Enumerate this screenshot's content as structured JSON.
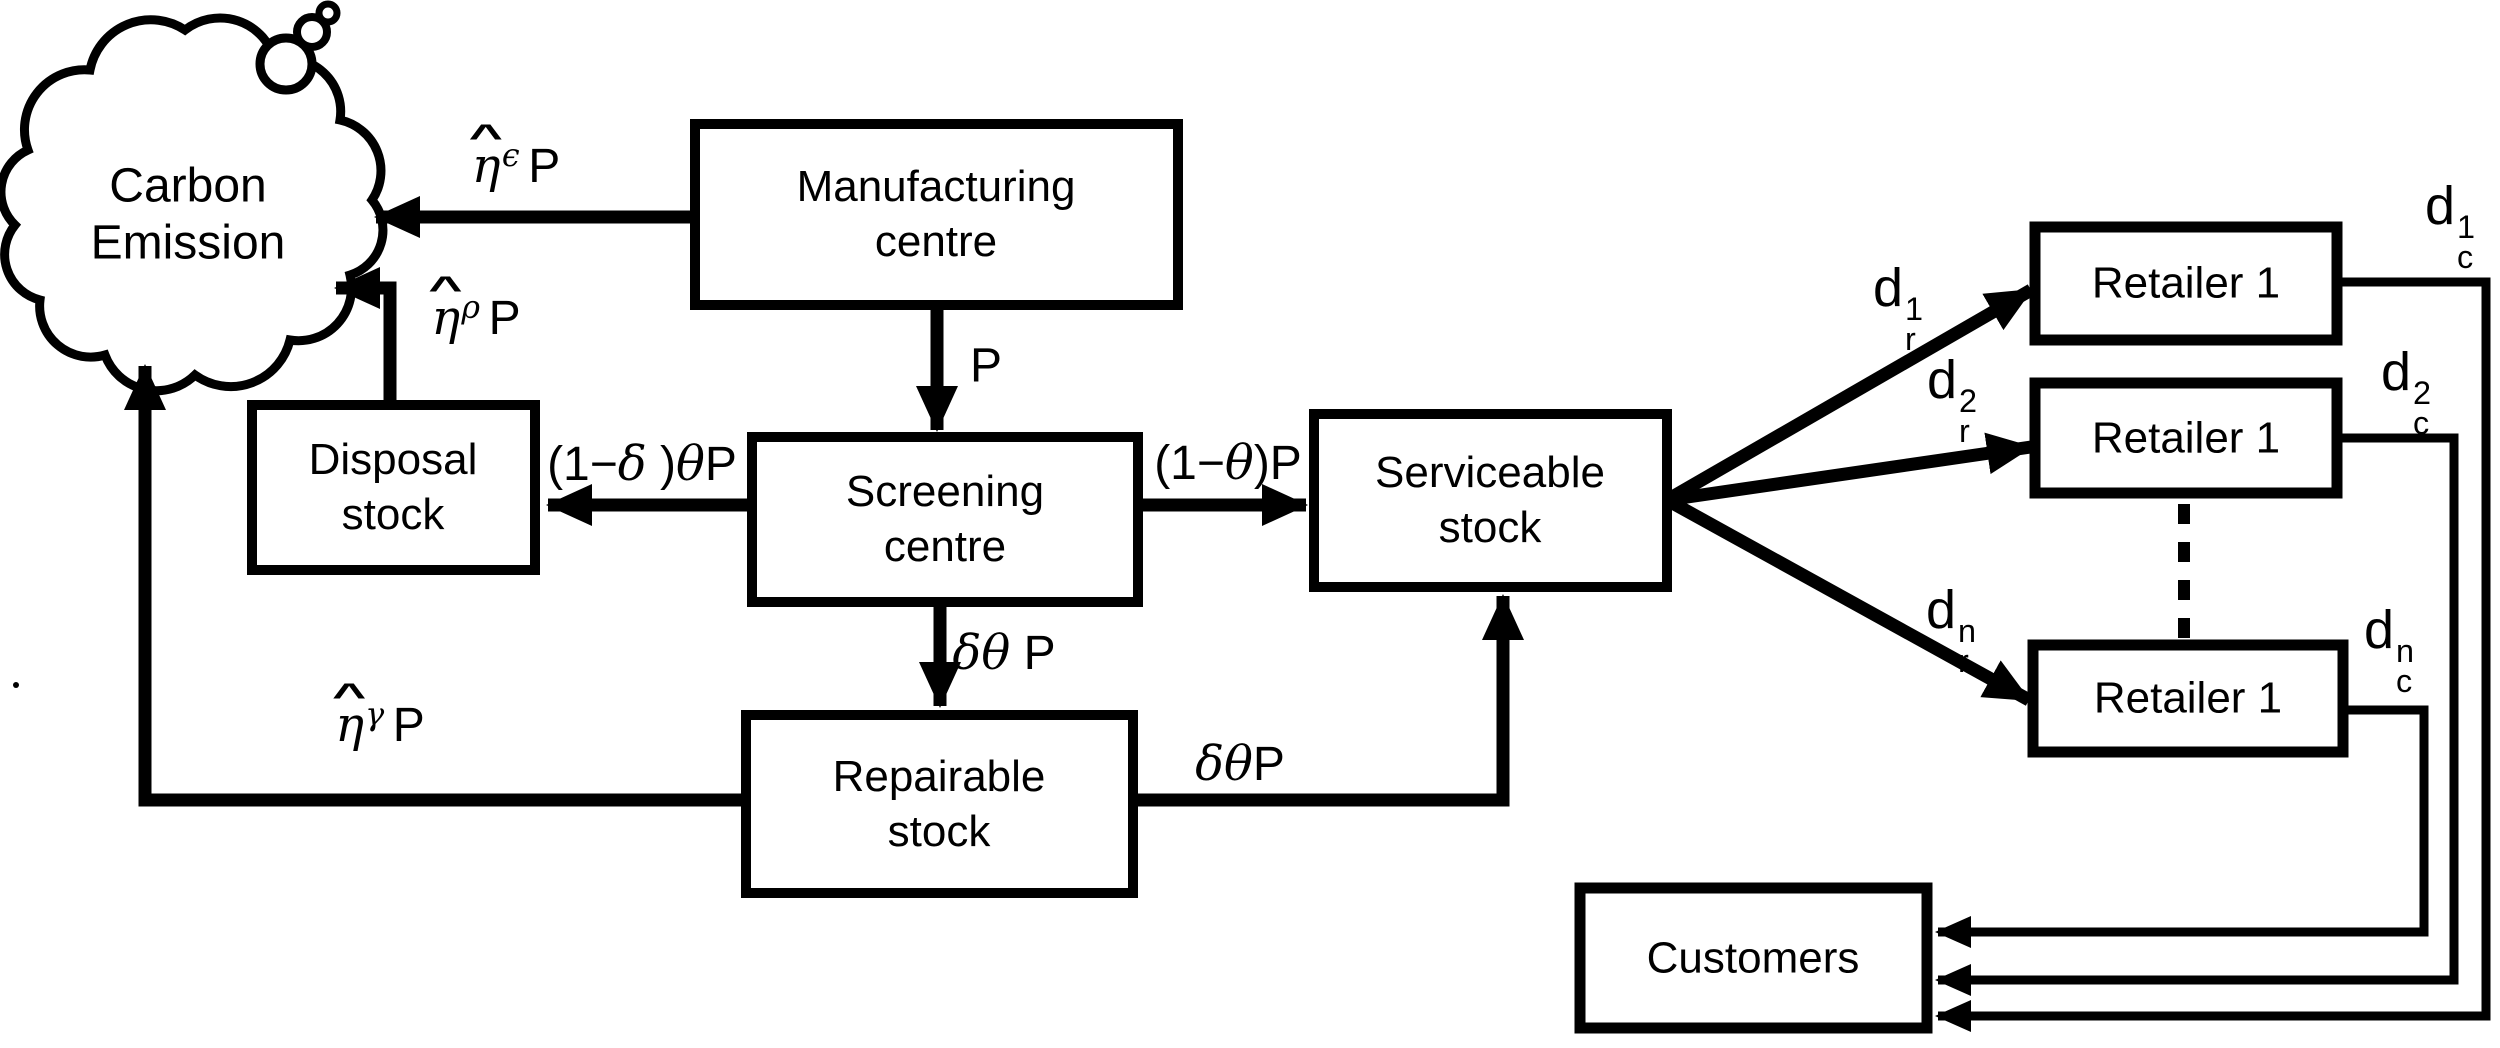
{
  "colors": {
    "ink": "#000000",
    "paper": "#ffffff"
  },
  "nodes": {
    "cloud": {
      "line1": "Carbon",
      "line2": "Emission"
    },
    "manufacturing": {
      "line1": "Manufacturing",
      "line2": "centre"
    },
    "disposal": {
      "line1": "Disposal",
      "line2": "stock"
    },
    "screening": {
      "line1": "Screening",
      "line2": "centre"
    },
    "serviceable": {
      "line1": "Serviceable",
      "line2": "stock"
    },
    "repairable": {
      "line1": "Repairable",
      "line2": "stock"
    },
    "retailers": [
      "Retailer 1",
      "Retailer 1",
      "Retailer 1"
    ],
    "customers": "Customers"
  },
  "labels": {
    "eta_epsilon": {
      "hat": "^",
      "base": "η",
      "sup": "ϵ",
      "tail": "P"
    },
    "eta_rho": {
      "hat": "^",
      "base": "η",
      "sup": "ρ",
      "tail": "P"
    },
    "eta_gamma": {
      "hat": "^",
      "base": "η",
      "sup": "γ",
      "tail": "P"
    },
    "production": "P",
    "flow_disposal": {
      "pre": "(1−",
      "g1": "δ",
      "mid": " )",
      "g2": "θ",
      "post": "P"
    },
    "flow_serviceable": {
      "pre": "(1−",
      "g1": "θ",
      "mid": ")",
      "g2": "",
      "post": "P"
    },
    "flow_repair_down": {
      "pre": "",
      "g1": "δ",
      "mid": "",
      "g2": "θ",
      "post": " P"
    },
    "flow_repair_right": {
      "pre": "",
      "g1": "δ",
      "mid": "",
      "g2": "θ",
      "post": "P"
    },
    "demand": {
      "dr1": {
        "base": "d",
        "sup": "1",
        "sub": "r"
      },
      "dr2": {
        "base": "d",
        "sup": "2",
        "sub": "r"
      },
      "drn": {
        "base": "d",
        "sup": "n",
        "sub": "r"
      },
      "dc1": {
        "base": "d",
        "sup": "1",
        "sub": "c"
      },
      "dc2": {
        "base": "d",
        "sup": "2",
        "sub": "c"
      },
      "dcn": {
        "base": "d",
        "sup": "n",
        "sub": "c"
      }
    }
  }
}
